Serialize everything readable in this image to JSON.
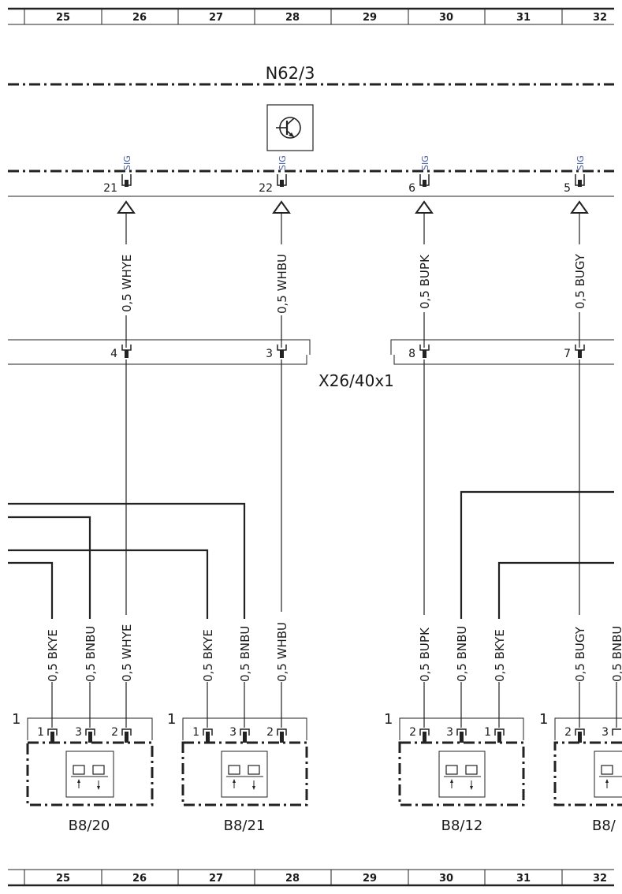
{
  "grid": {
    "columns": [
      "25",
      "26",
      "27",
      "28",
      "29",
      "30",
      "31",
      "32"
    ]
  },
  "ecu": {
    "name": "N62/3",
    "signal_label": "SIG",
    "pins": [
      "21",
      "22",
      "6",
      "5"
    ],
    "wires": [
      "0,5 WHYE",
      "0,5 WHBU",
      "0,5 BUPK",
      "0,5 BUGY"
    ]
  },
  "connector": {
    "name": "X26/40x1",
    "pins": [
      "4",
      "3",
      "8",
      "7"
    ]
  },
  "sensors": [
    {
      "name": "B8/20",
      "index": "1",
      "pins": [
        "1",
        "3",
        "2"
      ],
      "wires": [
        "0,5 BKYE",
        "0,5 BNBU",
        "0,5 WHYE"
      ]
    },
    {
      "name": "B8/21",
      "index": "1",
      "pins": [
        "1",
        "3",
        "2"
      ],
      "wires": [
        "0,5 BKYE",
        "0,5 BNBU",
        "0,5 WHBU"
      ]
    },
    {
      "name": "B8/12",
      "index": "1",
      "pins": [
        "2",
        "3",
        "1"
      ],
      "wires": [
        "0,5 BUPK",
        "0,5 BNBU",
        "0,5 BKYE"
      ]
    },
    {
      "name": "B8/",
      "index": "1",
      "pins": [
        "2",
        "3"
      ],
      "wires": [
        "0,5 BUGY",
        "0,5 BNBU"
      ]
    }
  ]
}
